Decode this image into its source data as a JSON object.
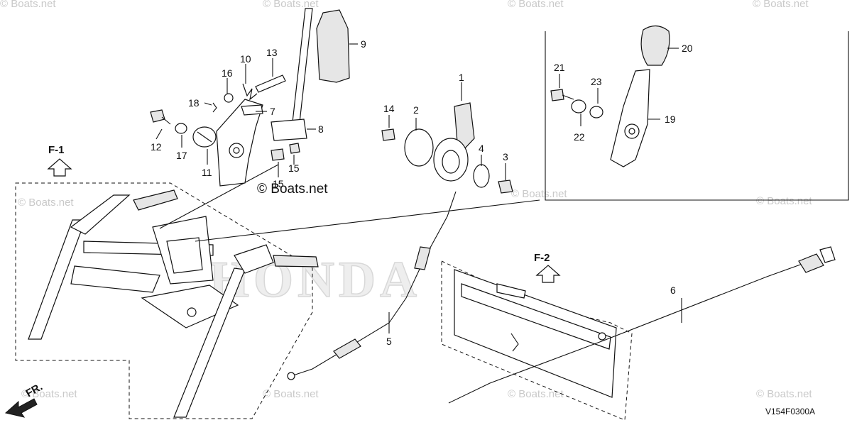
{
  "diagram": {
    "diagram_code": "V154F0300A",
    "brand_watermark": "HONDA",
    "watermark_center": "© Boats.net",
    "watermark_faint": "© Boats.net",
    "refs": {
      "f1": "F-1",
      "f2": "F-2",
      "front": "FR."
    },
    "parts": [
      "1",
      "2",
      "3",
      "4",
      "5",
      "6",
      "7",
      "8",
      "9",
      "10",
      "11",
      "12",
      "13",
      "14",
      "15",
      "16",
      "17",
      "18",
      "19",
      "20",
      "21",
      "22",
      "23"
    ],
    "duplicate_labels": {
      "p15b": "15"
    }
  }
}
